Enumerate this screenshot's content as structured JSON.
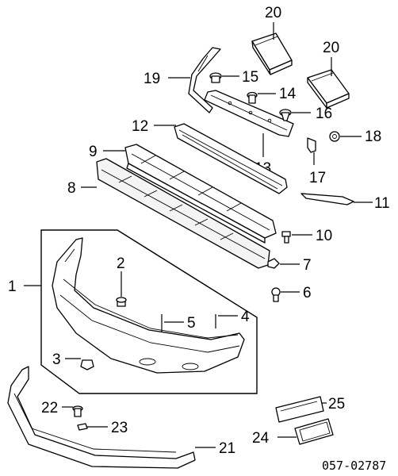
{
  "diagram_code": "057-02787",
  "callouts": {
    "n1": "1",
    "n2": "2",
    "n3": "3",
    "n4": "4",
    "n5": "5",
    "n6": "6",
    "n7": "7",
    "n8": "8",
    "n9": "9",
    "n10": "10",
    "n11": "11",
    "n12": "12",
    "n13": "13",
    "n14": "14",
    "n15": "15",
    "n16": "16",
    "n17": "17",
    "n18": "18",
    "n19": "19",
    "n20a": "20",
    "n20b": "20",
    "n21": "21",
    "n22": "22",
    "n23": "23",
    "n24": "24",
    "n25": "25"
  }
}
